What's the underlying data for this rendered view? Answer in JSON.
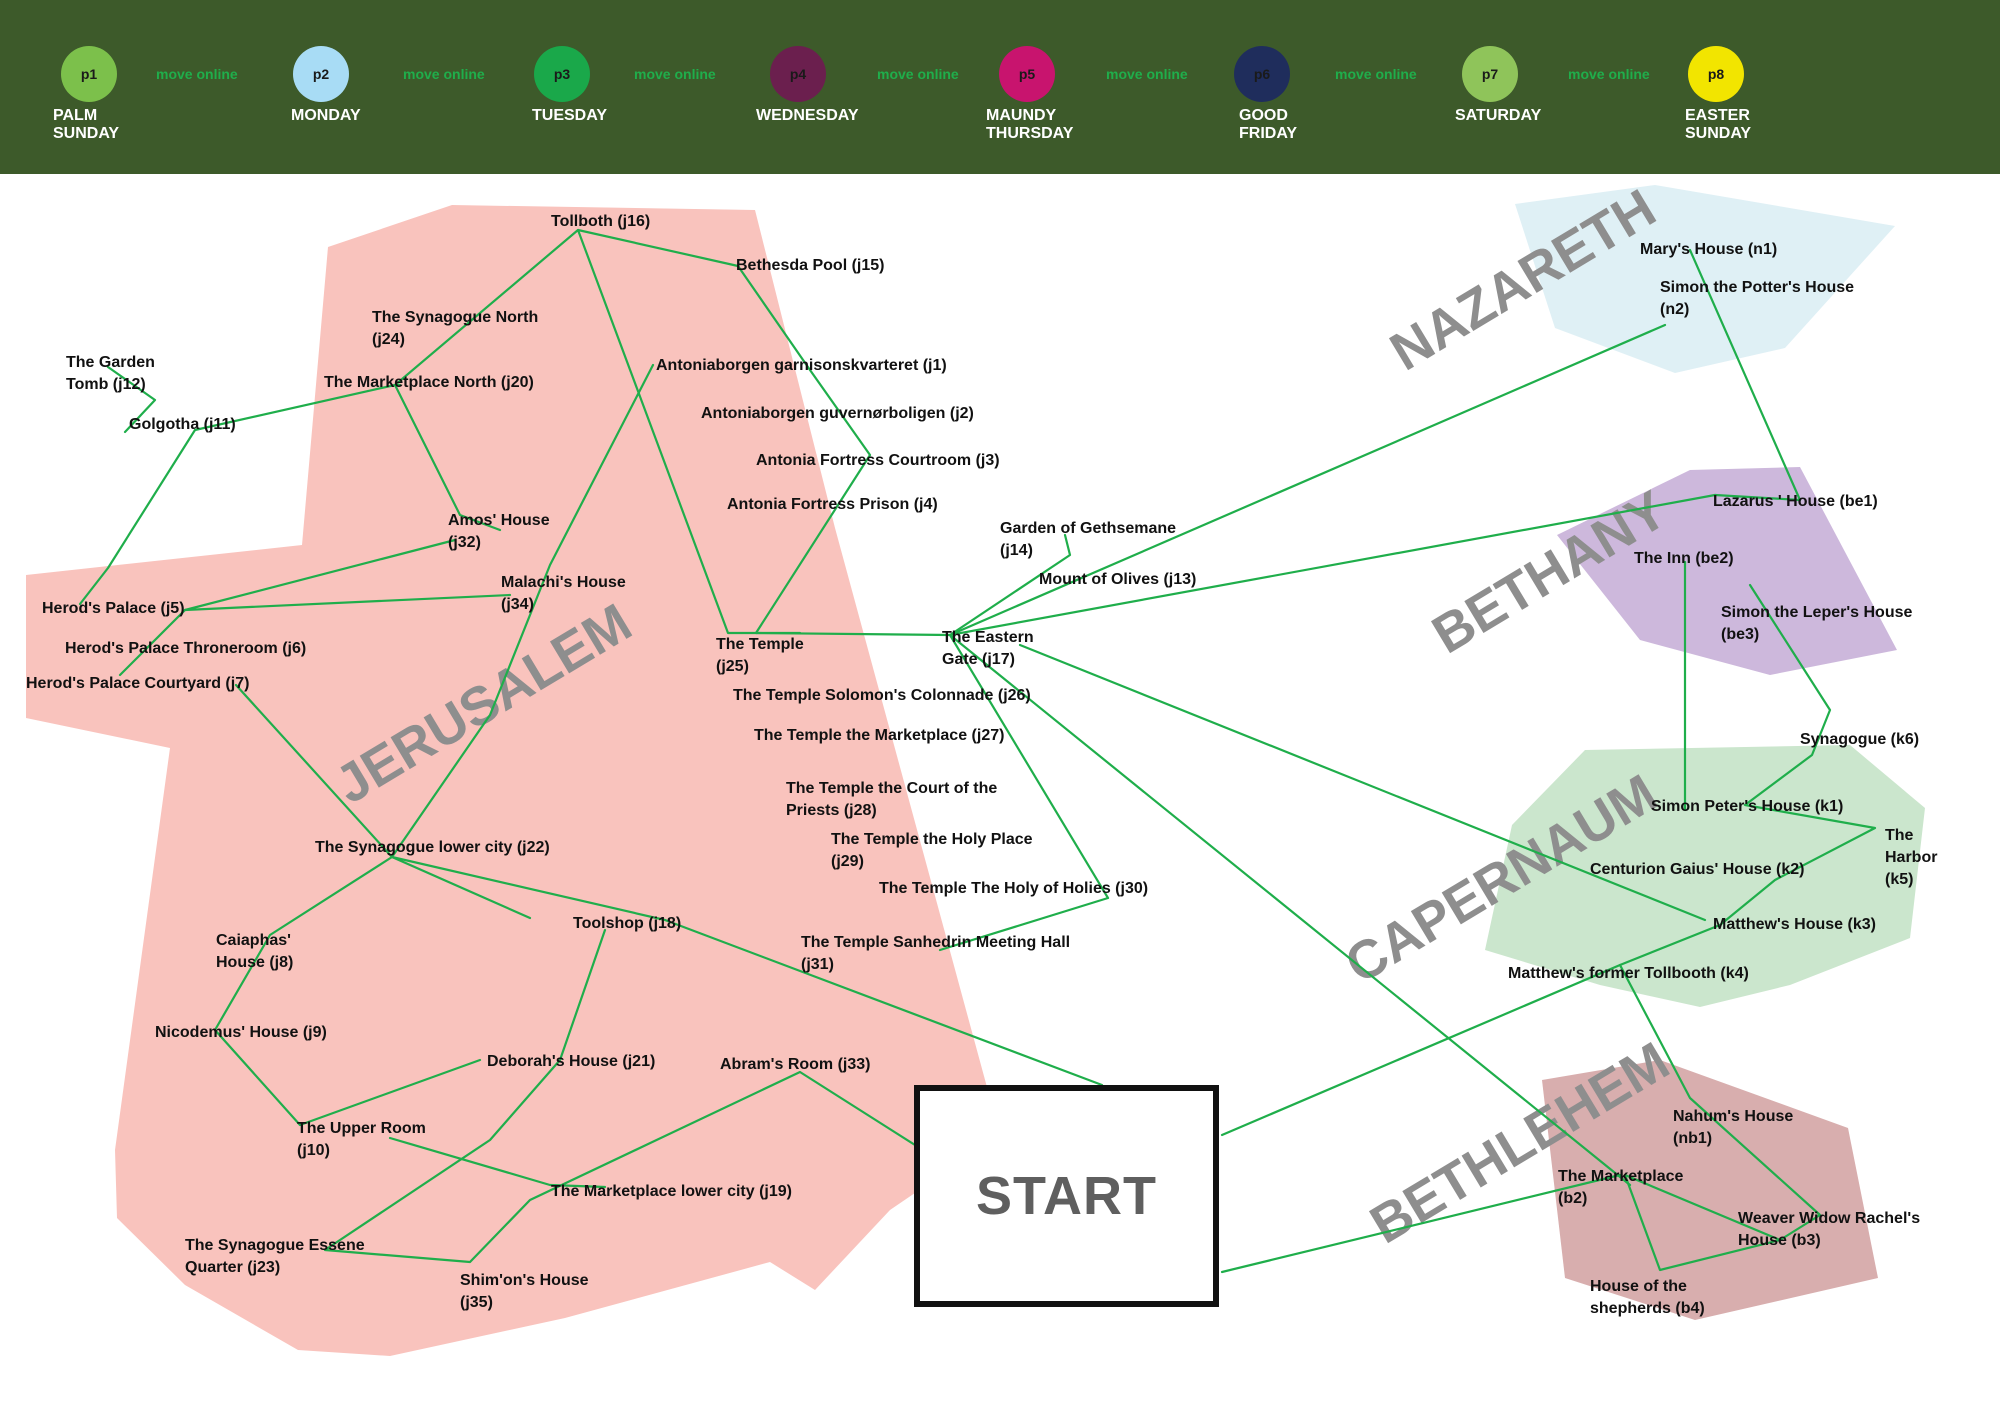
{
  "phases": [
    {
      "code": "p1",
      "label": "PALM\nSUNDAY",
      "color": "#7cc04b"
    },
    {
      "code": "p2",
      "label": "MONDAY",
      "color": "#a8dcf5"
    },
    {
      "code": "p3",
      "label": "TUESDAY",
      "color": "#1aa84a"
    },
    {
      "code": "p4",
      "label": "WEDNESDAY",
      "color": "#6b1f4e"
    },
    {
      "code": "p5",
      "label": "MAUNDY\nTHURSDAY",
      "color": "#c8146e"
    },
    {
      "code": "p6",
      "label": "GOOD\nFRIDAY",
      "color": "#1f2d5c"
    },
    {
      "code": "p7",
      "label": "SATURDAY",
      "color": "#8fc45a"
    },
    {
      "code": "p8",
      "label": "EASTER\nSUNDAY",
      "color": "#f2e500"
    }
  ],
  "move_online_label": "move online",
  "regions": {
    "jerusalem": {
      "name": "JERUSALEM",
      "color": "#f9c3bd"
    },
    "nazareth": {
      "name": "NAZARETH",
      "color": "#dff0f5"
    },
    "bethany": {
      "name": "BETHANY",
      "color": "#cdb8dc"
    },
    "capernaum": {
      "name": "CAPERNAUM",
      "color": "#cbe6cd"
    },
    "bethlehem": {
      "name": "BETHLEHEM",
      "color": "#d8aeae"
    }
  },
  "route_color": "#1fae4b",
  "start_label": "START",
  "locations": {
    "j16": [
      "Tollboth (j16)"
    ],
    "j15": [
      "Bethesda Pool (j15)"
    ],
    "j24": [
      "The Synagogue North",
      "(j24)"
    ],
    "j12": [
      "The Garden",
      "Tomb (j12)"
    ],
    "j20": [
      "The Marketplace North (j20)"
    ],
    "j1": [
      "Antoniaborgen garnisonskvarteret (j1)"
    ],
    "j11": [
      "Golgotha (j11)"
    ],
    "j2": [
      "Antoniaborgen guvernørboligen (j2)"
    ],
    "j3": [
      "Antonia Fortress Courtroom (j3)"
    ],
    "j4": [
      "Antonia Fortress Prison (j4)"
    ],
    "j32": [
      "Amos' House",
      "(j32)"
    ],
    "j14": [
      "Garden of Gethsemane",
      "(j14)"
    ],
    "j13": [
      "Mount of Olives (j13)"
    ],
    "j34": [
      "Malachi's House",
      "(j34)"
    ],
    "j5": [
      "Herod's Palace (j5)"
    ],
    "j6": [
      "Herod's Palace Throneroom (j6)"
    ],
    "j7": [
      "Herod's Palace Courtyard (j7)"
    ],
    "j25": [
      "The Temple",
      "(j25)"
    ],
    "j17": [
      "The Eastern",
      "Gate (j17)"
    ],
    "j26": [
      "The Temple Solomon's Colonnade (j26)"
    ],
    "j27": [
      "The Temple the Marketplace (j27)"
    ],
    "j28": [
      "The Temple the Court of the",
      "Priests (j28)"
    ],
    "j29": [
      "The Temple the Holy Place",
      "(j29)"
    ],
    "j22": [
      "The Synagogue lower city (j22)"
    ],
    "j30": [
      "The Temple The Holy of Holies (j30)"
    ],
    "j18": [
      "Toolshop (j18)"
    ],
    "j8": [
      "Caiaphas'",
      "House (j8)"
    ],
    "j31": [
      "The Temple Sanhedrin Meeting Hall",
      "(j31)"
    ],
    "j9": [
      "Nicodemus' House (j9)"
    ],
    "j21": [
      "Deborah's House (j21)"
    ],
    "j33": [
      "Abram's Room (j33)"
    ],
    "j10": [
      "The Upper Room",
      "(j10)"
    ],
    "j19": [
      "The Marketplace lower city (j19)"
    ],
    "j23": [
      "The Synagogue Essene",
      "Quarter (j23)"
    ],
    "j35": [
      "Shim'on's House",
      "(j35)"
    ],
    "n1": [
      "Mary's House (n1)"
    ],
    "n2": [
      "Simon the Potter's House",
      "(n2)"
    ],
    "be1": [
      "Lazarus ' House (be1)"
    ],
    "be2": [
      "The Inn (be2)"
    ],
    "be3": [
      "Simon the Leper's House",
      "(be3)"
    ],
    "k6": [
      "Synagogue (k6)"
    ],
    "k1": [
      "Simon Peter's House (k1)"
    ],
    "k5": [
      "The",
      "Harbor",
      "(k5)"
    ],
    "k2": [
      "Centurion Gaius' House (k2)"
    ],
    "k3": [
      "Matthew's House (k3)"
    ],
    "k4": [
      "Matthew's former Tollbooth (k4)"
    ],
    "nb1": [
      "Nahum's House",
      "(nb1)"
    ],
    "b2": [
      "The Marketplace",
      "(b2)"
    ],
    "b3": [
      "Weaver Widow Rachel's",
      "House (b3)"
    ],
    "b4": [
      "House of the",
      "shepherds (b4)"
    ]
  }
}
